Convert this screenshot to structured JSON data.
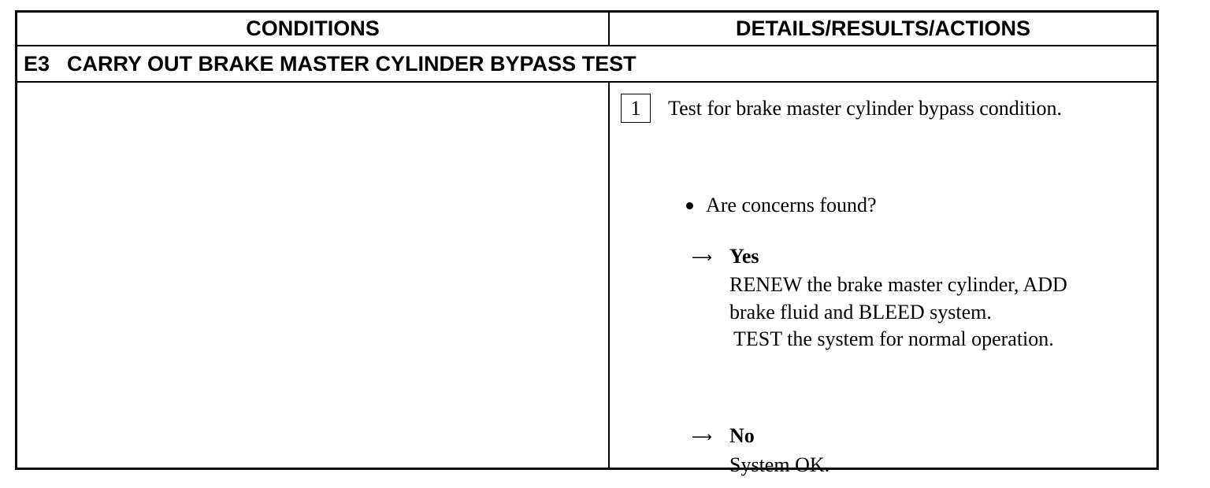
{
  "header": {
    "conditions": "CONDITIONS",
    "details": "DETAILS/RESULTS/ACTIONS"
  },
  "section": {
    "code": "E3",
    "title": "CARRY OUT BRAKE MASTER CYLINDER BYPASS TEST"
  },
  "step": {
    "number": "1",
    "text": "Test for brake master cylinder bypass condition."
  },
  "question": "Are concerns found?",
  "options": {
    "yes": {
      "label": "Yes",
      "lines": [
        "RENEW the brake master cylinder, ADD",
        "brake fluid and BLEED system.",
        "TEST the system for normal operation."
      ]
    },
    "no": {
      "label": "No",
      "lines": [
        "System OK."
      ]
    }
  }
}
